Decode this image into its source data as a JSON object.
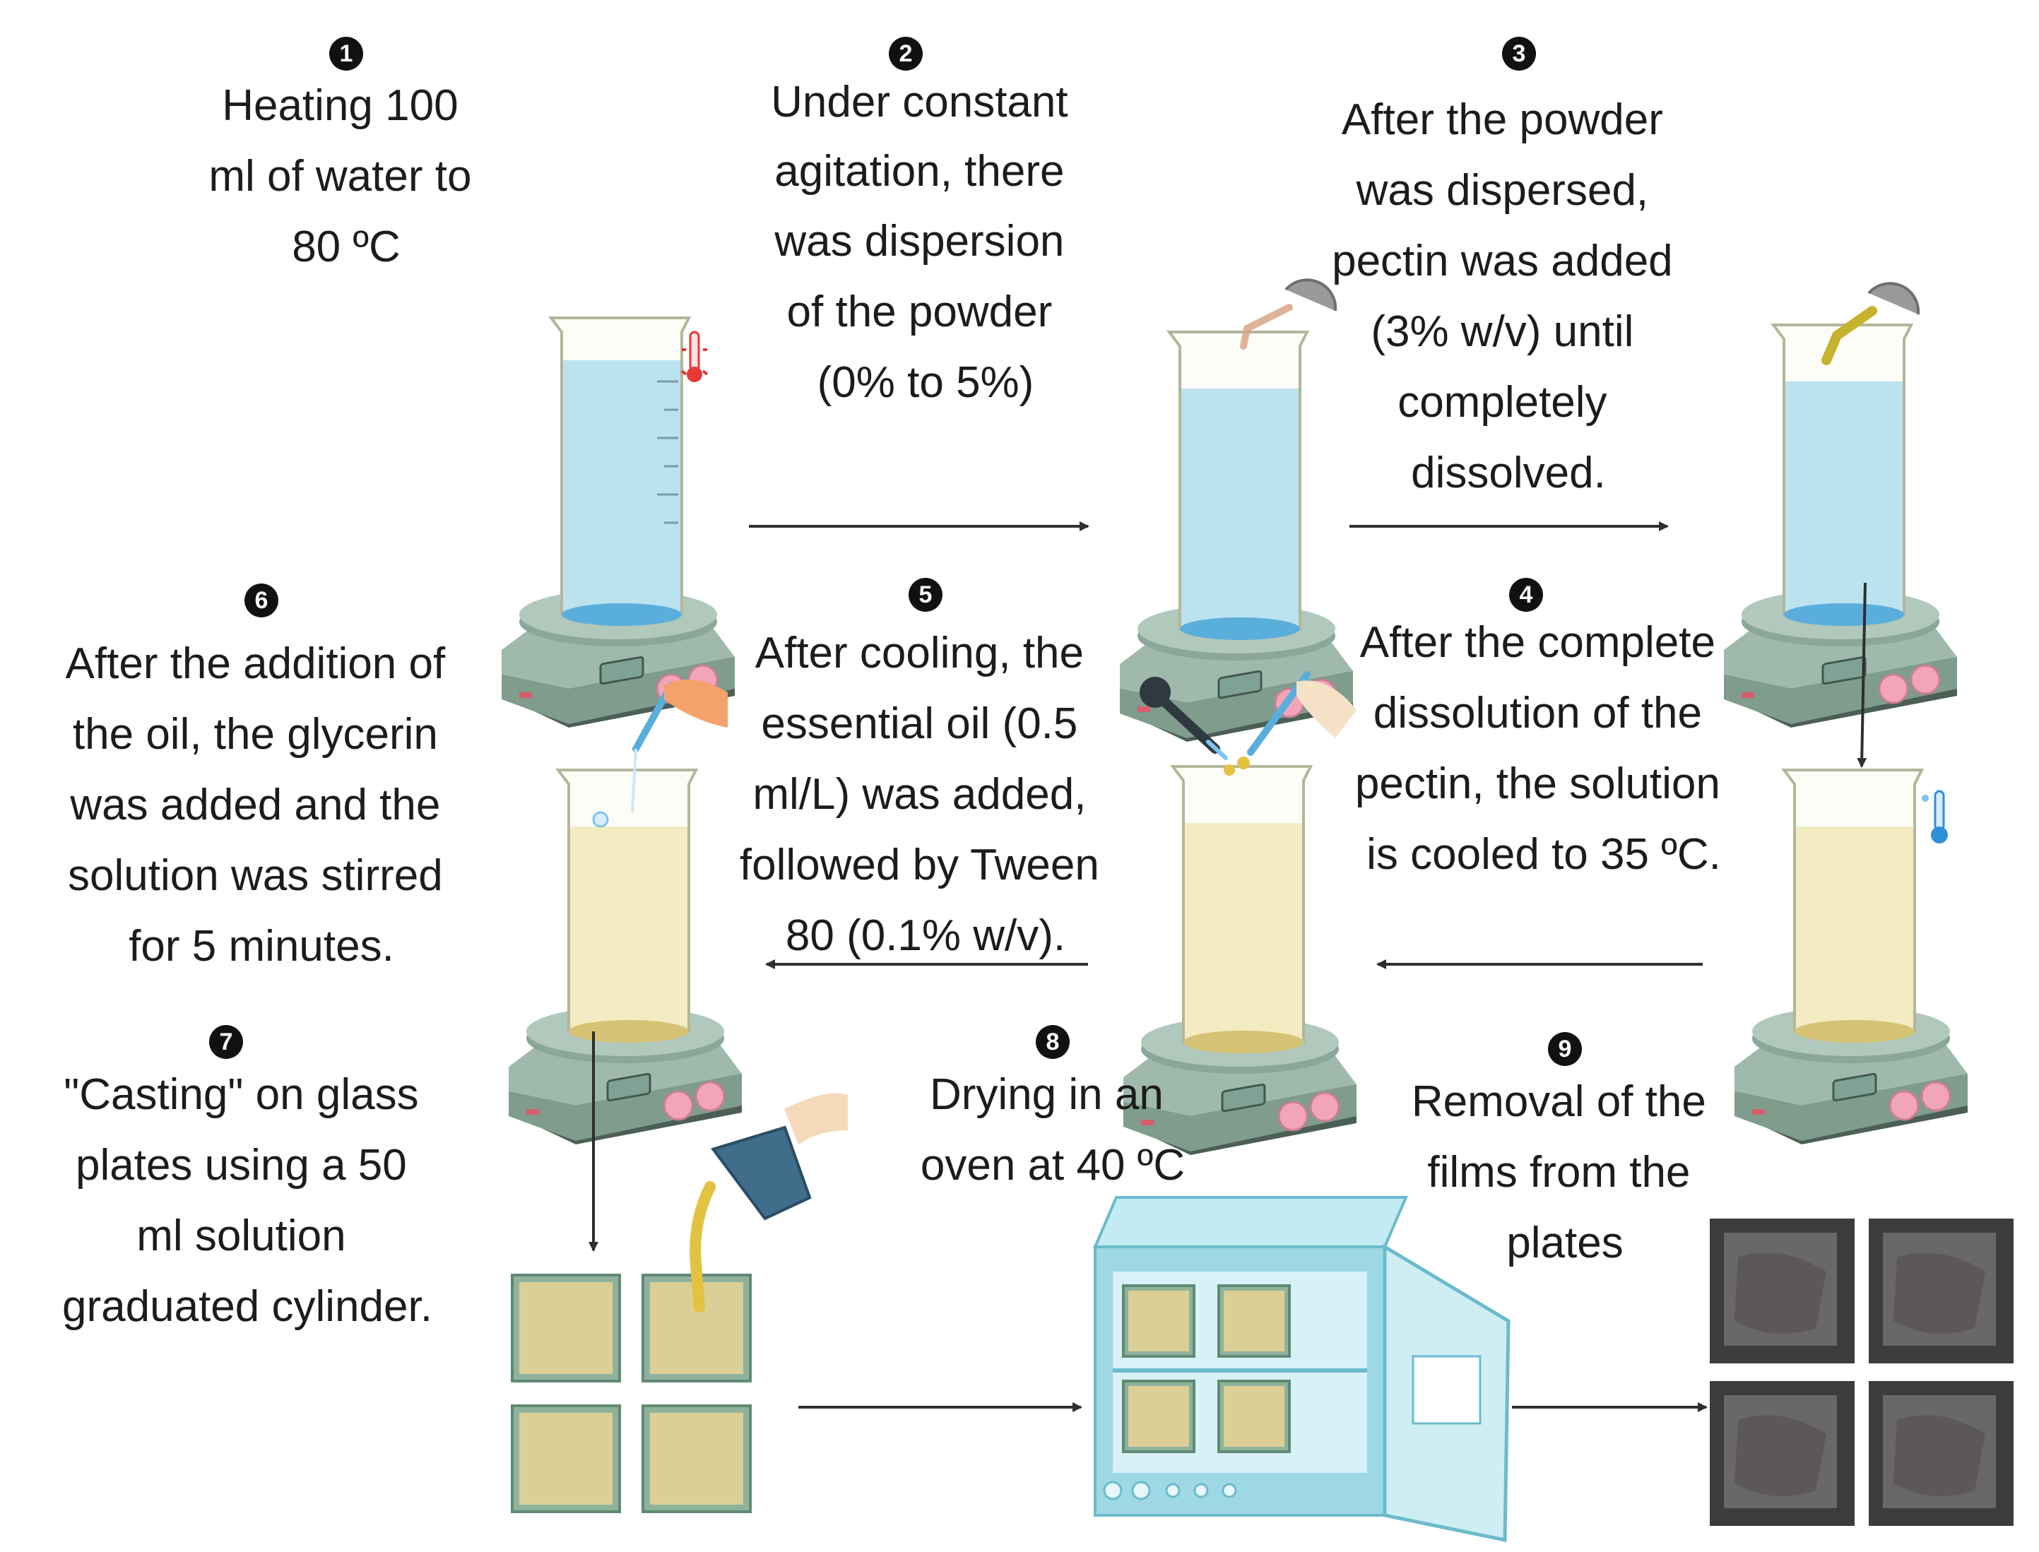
{
  "steps": [
    {
      "number": "1",
      "lines": [
        "Heating 100",
        "ml of water to",
        "80 ºC"
      ]
    },
    {
      "number": "2",
      "lines": [
        "Under constant",
        "agitation, there",
        "was dispersion",
        "of the powder",
        "(0% to 5%)"
      ]
    },
    {
      "number": "3",
      "lines": [
        "After the powder",
        "was dispersed,",
        "pectin was added",
        "(3% w/v) until",
        "completely",
        "dissolved."
      ]
    },
    {
      "number": "4",
      "lines": [
        "After the complete",
        "dissolution of the",
        "pectin, the solution",
        "is cooled to 35 ºC."
      ]
    },
    {
      "number": "5",
      "lines": [
        "After cooling, the",
        "essential oil (0.5",
        "ml/L) was added,",
        "followed by Tween",
        "80 (0.1% w/v)."
      ]
    },
    {
      "number": "6",
      "lines": [
        "After the addition of",
        "the oil, the glycerin",
        "was added and the",
        "solution was stirred",
        "for 5 minutes."
      ]
    },
    {
      "number": "7",
      "lines": [
        "\"Casting\" on glass",
        "plates using a 50",
        "ml solution",
        "graduated cylinder."
      ]
    },
    {
      "number": "8",
      "lines": [
        "Drying in an",
        "oven at 40 ºC"
      ]
    },
    {
      "number": "9",
      "lines": [
        "Removal of the",
        "films from the",
        "plates"
      ]
    }
  ],
  "colors": {
    "water": "#6ec3ee",
    "solution": "#e8d88a",
    "hotplate": "#9fb9ac",
    "knob": "#f2a5b8",
    "oven": "#9ed8e4",
    "glass_plate": "#dccf96",
    "badge": "#111111",
    "thermometer_hot": "#e53935",
    "thermometer_cold": "#2f8fd8"
  },
  "icons": [
    "hotplate-stirrer-icon",
    "beaker-icon",
    "thermometer-icon",
    "powder-scoop-icon",
    "dropper-icon",
    "pipette-icon",
    "pouring-cup-icon",
    "oven-icon",
    "glass-plate-icon",
    "film-icon"
  ]
}
